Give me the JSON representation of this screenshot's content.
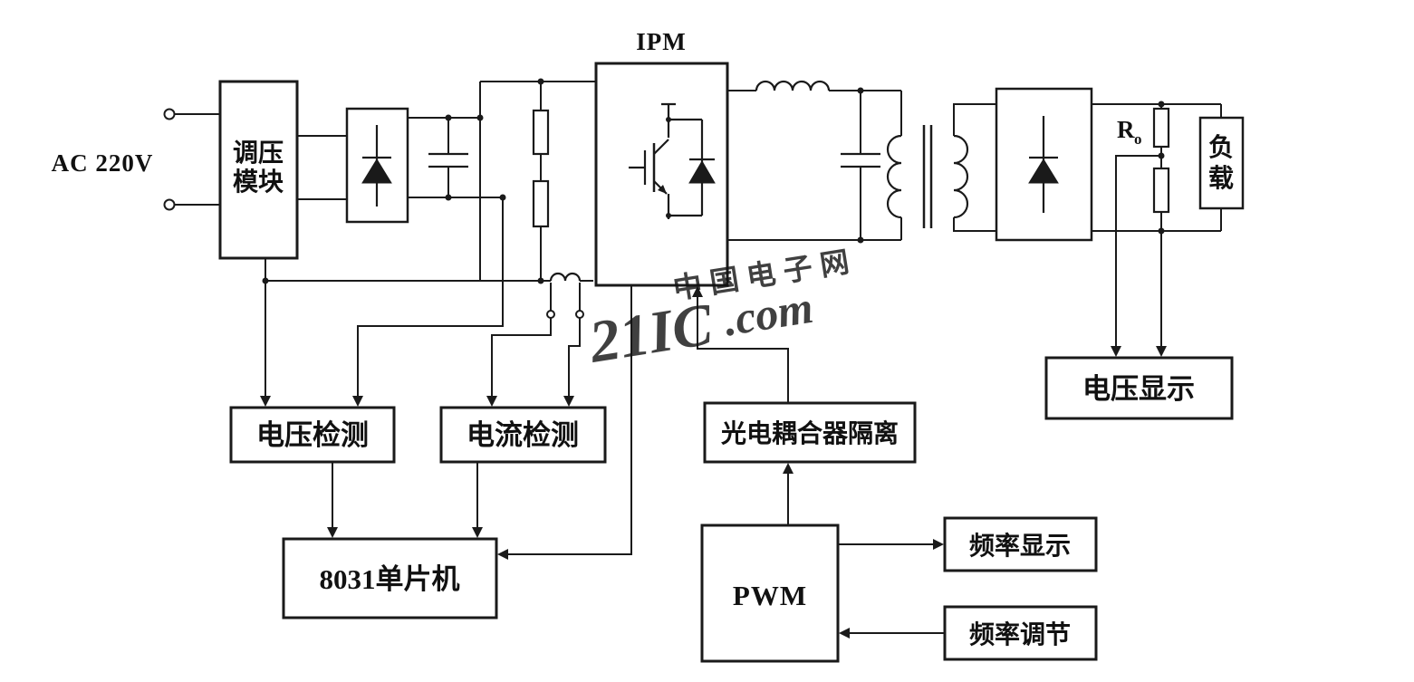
{
  "diagram": {
    "ac_input": {
      "label": "AC 220V"
    },
    "blocks": {
      "regulator": {
        "line1": "调压",
        "line2": "模块"
      },
      "ipm": {
        "label": "IPM"
      },
      "load": {
        "line1": "负",
        "line2": "载"
      },
      "ro": {
        "base": "R",
        "sub": "o"
      },
      "voltage_display": {
        "label": "电压显示"
      },
      "voltage_detect": {
        "label": "电压检测"
      },
      "current_detect": {
        "label": "电流检测"
      },
      "opto_isolator": {
        "label": "光电耦合器隔离"
      },
      "mcu": {
        "label": "8031单片机"
      },
      "pwm": {
        "label": "PWM"
      },
      "freq_display": {
        "label": "频率显示"
      },
      "freq_adjust": {
        "label": "频率调节"
      }
    },
    "watermark": {
      "cn": "中国电子网",
      "main": "21IC",
      "suffix": ".com",
      "color": "#e26b7c",
      "suffix_color": "#efa7b2"
    },
    "colors": {
      "line": "#1a1a1a",
      "background": "#ffffff"
    }
  }
}
